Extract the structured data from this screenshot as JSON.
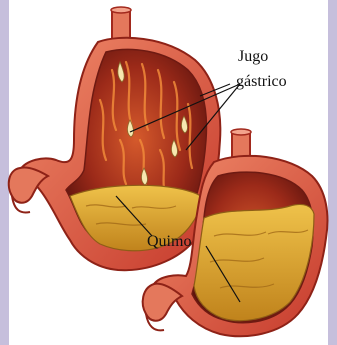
{
  "labels": {
    "jugo_line1": "Jugo",
    "jugo_line2": "gástrico",
    "quimo": "Quimo"
  },
  "colors": {
    "side_strip": "#c6bfdc",
    "stomach_wall": "#c8362c",
    "stomach_outer": "#e86a4e",
    "stomach_inner": "#7a1f17",
    "chyme": "#d9a431",
    "pointer_line": "#111111"
  }
}
